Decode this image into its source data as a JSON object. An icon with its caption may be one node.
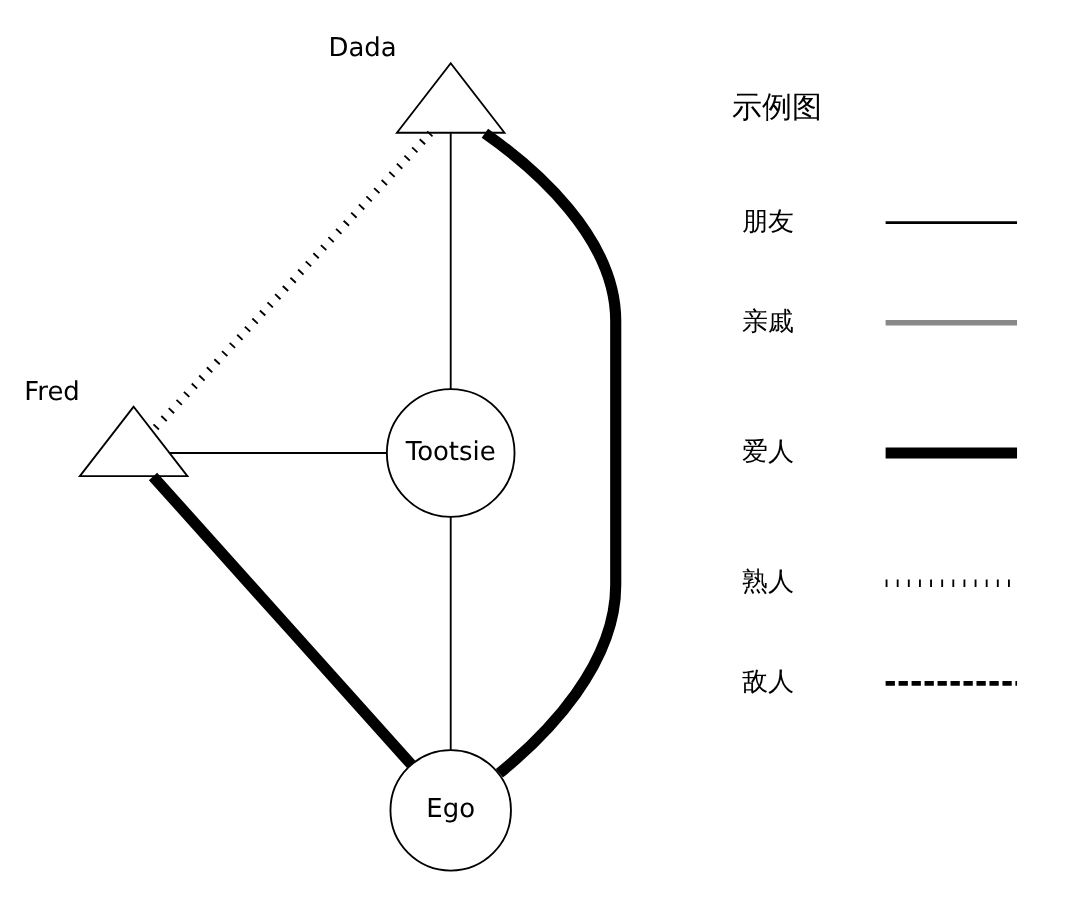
{
  "diagram": {
    "nodes": [
      {
        "text": [
          "Dada"
        ]
      },
      {
        "text": [
          "Fred"
        ]
      },
      {
        "text": [
          "Tootsie"
        ]
      },
      {
        "text": [
          "Ego"
        ]
      }
    ],
    "edges": [
      {
        "from": 0,
        "to": 3,
        "arrow": "none",
        "style": "thick"
      },
      {
        "from": 0,
        "to": 1,
        "arrow": "none",
        "style": "dashed"
      },
      {
        "from": 0,
        "to": 2,
        "arrow": "none"
      },
      {
        "from": 1,
        "to": 3,
        "arrow": "none",
        "style": "thick"
      },
      {
        "from": 1,
        "to": 2,
        "arrow": "none"
      },
      {
        "from": 3,
        "to": 2,
        "arrow": "none"
      }
    ],
    "labels": [
      "示例图"
    ],
    "legend": [
      {
        "text": "朋友"
      },
      {
        "text": "亲戚"
      },
      {
        "text": "爱人"
      },
      {
        "text": "熟人"
      },
      {
        "text": "敌人"
      }
    ]
  }
}
